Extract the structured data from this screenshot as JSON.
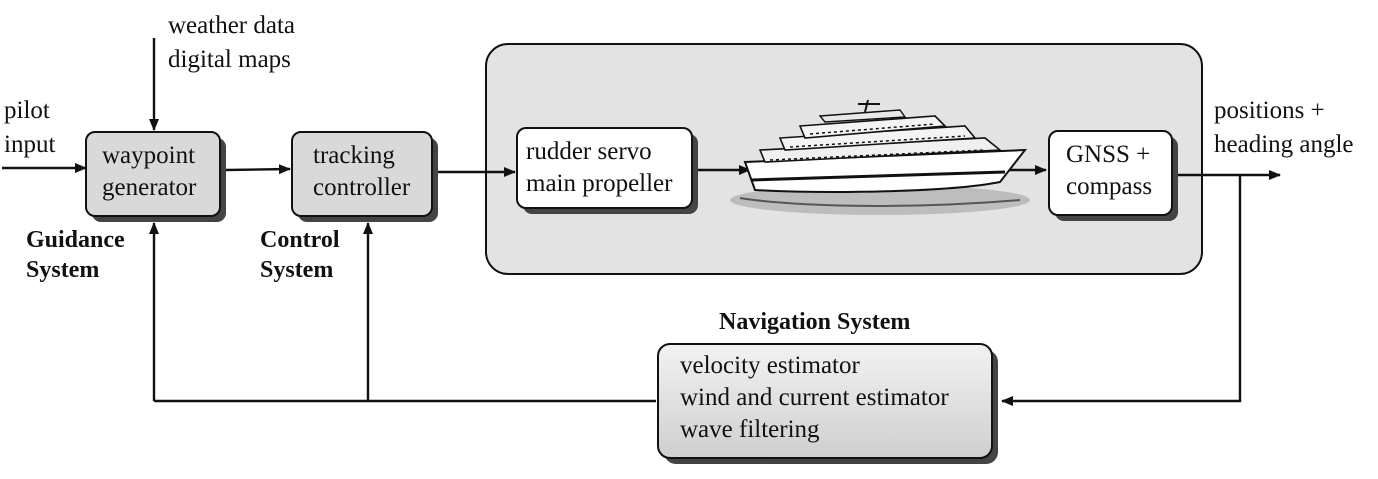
{
  "inputs": {
    "pilot_line1": "pilot",
    "pilot_line2": "input",
    "weather_line1": "weather data",
    "weather_line2": "digital maps"
  },
  "blocks": {
    "waypoint_line1": "waypoint",
    "waypoint_line2": "generator",
    "tracking_line1": "tracking",
    "tracking_line2": "controller",
    "actuator_line1": "rudder servo",
    "actuator_line2": "main propeller",
    "sensor_line1": "GNSS +",
    "sensor_line2": "compass",
    "nav_line1": "velocity estimator",
    "nav_line2": "wind and current estimator",
    "nav_line3": "wave filtering"
  },
  "systems": {
    "guidance_line1": "Guidance",
    "guidance_line2": "System",
    "control_line1": "Control",
    "control_line2": "System",
    "navigation": "Navigation System"
  },
  "outputs": {
    "line1": "positions +",
    "line2": "heading angle"
  },
  "colors": {
    "block_fill": "#d9d9d9",
    "white_block_fill": "#ffffff",
    "plant_region_fill": "#e3e3e3",
    "shadow": "#444444"
  },
  "icons": [
    "cruise-ship-icon"
  ]
}
